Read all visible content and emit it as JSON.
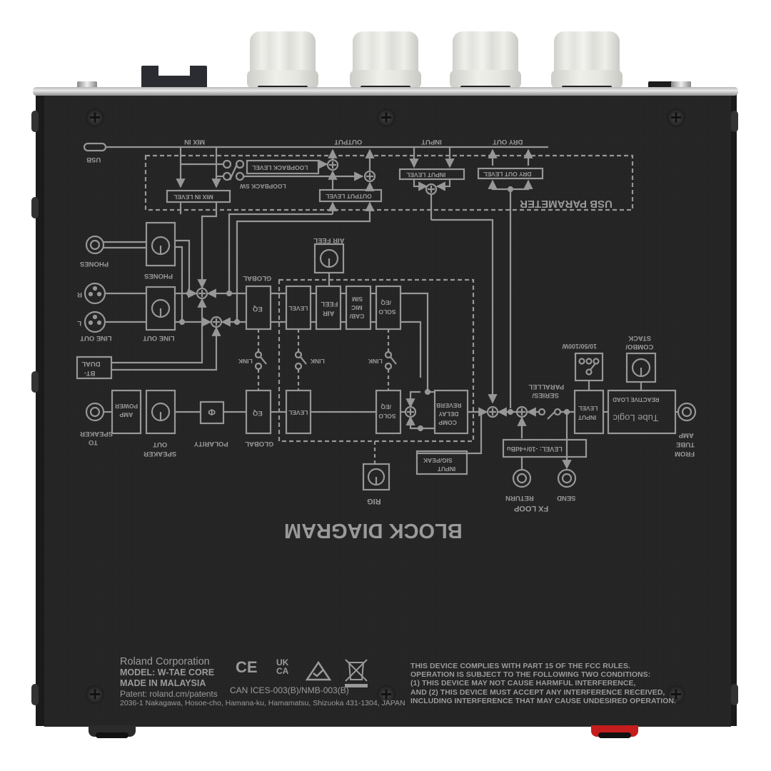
{
  "device": {
    "brand": "Roland",
    "model_line": "W-TAE CORE",
    "view": "bottom panel with printed block diagram",
    "colors": {
      "chassis": "#232323",
      "print": "#9a9a9a",
      "knob": "#e6e6e1",
      "rubber_foot_accent": "#c51d1d",
      "background": "#ffffff"
    },
    "knob_count": 4
  },
  "diagram": {
    "title": "BLOCK DIAGRAM",
    "usb_section": {
      "usb_label": "USB",
      "usb_parameter_label": "USB PARAMETER",
      "mix_in": "MIX IN",
      "output": "OUTPUT",
      "input": "INPUT",
      "dry_out": "DRY OUT",
      "loopback_level": "LOOPBACK LEVEL",
      "loopback_sw": "LOOPBACK SW",
      "mix_in_level": "MIX IN LEVEL",
      "output_level": "OUTPUT LEVEL",
      "input_level": "INPUT LEVEL",
      "dry_out_level": "DRY OUT LEVEL"
    },
    "outputs": {
      "phones_jack": "PHONES",
      "phones_knob": "PHONES",
      "line_out_jack": "LINE OUT",
      "line_out_knob": "LINE OUT",
      "r": "R",
      "l": "L",
      "bt_dual_1": "BT-",
      "bt_dual_2": "DUAL",
      "to_speaker_1": "TO",
      "to_speaker_2": "SPEAKER",
      "power_amp_1": "POWER",
      "power_amp_2": "AMP",
      "speaker_out_1": "SPEAKER",
      "speaker_out_2": "OUT",
      "polarity": "POLARITY",
      "polarity_symbol": "Φ"
    },
    "processing": {
      "global_upper": "GLOBAL",
      "global_lower": "GLOBAL",
      "eq": "EQ",
      "level": "LEVEL",
      "air_feel_label": "AIR FEEL",
      "air_feel_block_1": "AIR",
      "air_feel_block_2": "FEEL",
      "cab_mic_sim_1": "CAB/",
      "cab_mic_sim_2": "MIC",
      "cab_mic_sim_3": "SIM",
      "solo_eq_1": "SOLO",
      "solo_eq_2": "/EQ",
      "link": "LINK",
      "comp_1": "COMP",
      "comp_2": "DELAY",
      "comp_3": "REVERB",
      "rig": "RIG",
      "input_sig_peak_1": "INPUT",
      "input_sig_peak_2": "SIG/PEAK"
    },
    "input_section": {
      "series_parallel_1": "SERIES/",
      "series_parallel_2": "PARALLEL",
      "wattage": "10/50/100W",
      "combo_stack_1": "COMBO/",
      "combo_stack_2": "STACK",
      "input_level_1": "INPUT",
      "input_level_2": "LEVEL",
      "tube_logic": "Tube Logic",
      "reactive_load": "REACTIVE LOAD",
      "from_tube_amp_1": "FROM",
      "from_tube_amp_2": "TUBE",
      "from_tube_amp_3": "AMP",
      "fx_level": "LEVEL: -10/+4dBu",
      "fx_loop": "FX LOOP",
      "send": "SEND",
      "return": "RETURN"
    }
  },
  "label": {
    "company": "Roland Corporation",
    "model": "MODEL: W-TAE CORE",
    "origin": "MADE IN MALAYSIA",
    "patent": "Patent: roland.cm/patents",
    "certification": "CAN ICES-003(B)/NMB-003(B)",
    "address": "2036-1 Nakagawa, Hosoe-cho, Hamana-ku, Hamamatsu, Shizuoka 431-1304, JAPAN",
    "marks": [
      "CE",
      "UK CA",
      "RCM",
      "WEEE"
    ],
    "fcc": [
      "THIS DEVICE COMPLIES WITH PART 15 OF THE FCC RULES.",
      "OPERATION IS SUBJECT TO THE FOLLOWING TWO CONDITIONS:",
      "(1) THIS DEVICE MAY NOT CAUSE HARMFUL INTERFERENCE,",
      "AND (2) THIS DEVICE MUST ACCEPT ANY INTERFERENCE RECEIVED,",
      "INCLUDING INTERFERENCE THAT MAY CAUSE UNDESIRED OPERATION."
    ]
  }
}
